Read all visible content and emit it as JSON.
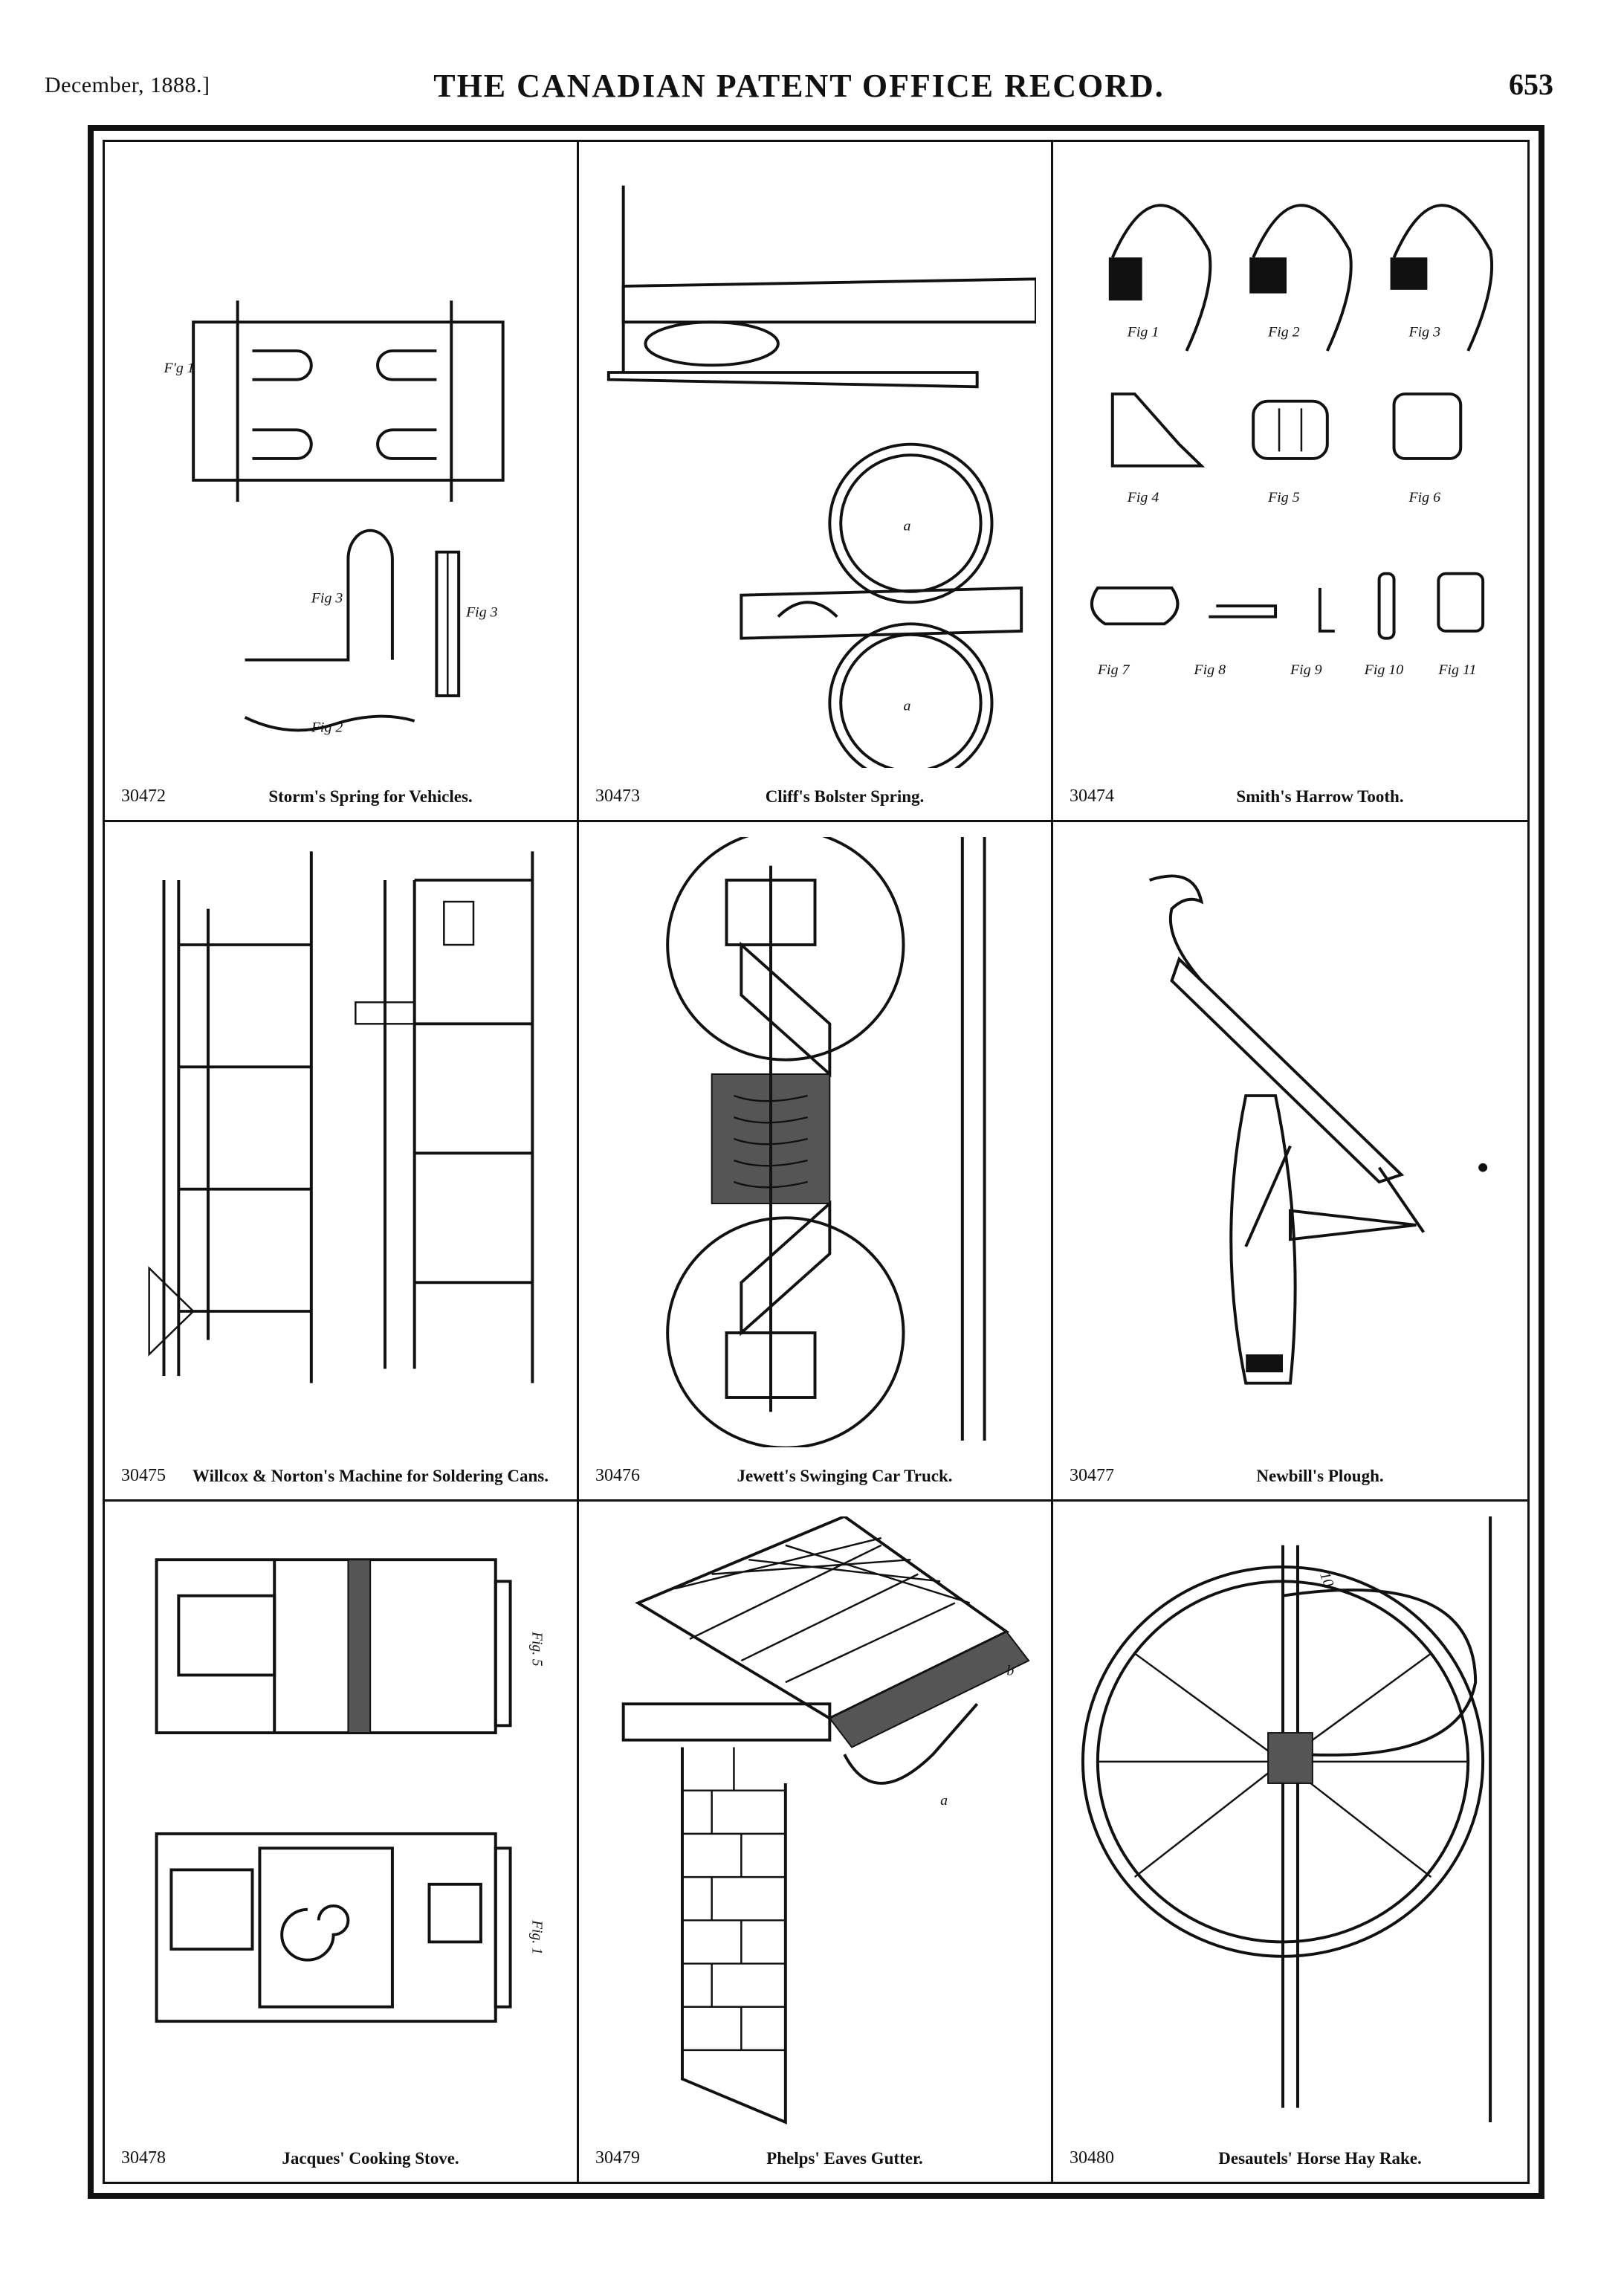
{
  "header": {
    "date": "December, 1888.]",
    "title": "THE CANADIAN PATENT OFFICE RECORD.",
    "page": "653"
  },
  "figures": [
    {
      "number": "30472",
      "title": "Storm's Spring for Vehicles."
    },
    {
      "number": "30473",
      "title": "Cliff's Bolster Spring."
    },
    {
      "number": "30474",
      "title": "Smith's Harrow Tooth."
    },
    {
      "number": "30475",
      "title": "Willcox & Norton's Machine for Soldering Cans."
    },
    {
      "number": "30476",
      "title": "Jewett's Swinging Car Truck."
    },
    {
      "number": "30477",
      "title": "Newbill's Plough."
    },
    {
      "number": "30478",
      "title": "Jacques' Cooking Stove."
    },
    {
      "number": "30479",
      "title": "Phelps' Eaves Gutter."
    },
    {
      "number": "30480",
      "title": "Desautels' Horse Hay Rake."
    }
  ],
  "labels": {
    "harrow_figs": [
      "Fig 1",
      "Fig 2",
      "Fig 3",
      "Fig 4",
      "Fig 5",
      "Fig 6",
      "Fig 7",
      "Fig 8",
      "Fig 9",
      "Fig 10",
      "Fig 11"
    ],
    "stove_figs": [
      "Fig. 5",
      "Fig. 1"
    ],
    "bolster_a": "a",
    "gutter_a": "a",
    "gutter_b": "b",
    "rake_10": "10"
  }
}
